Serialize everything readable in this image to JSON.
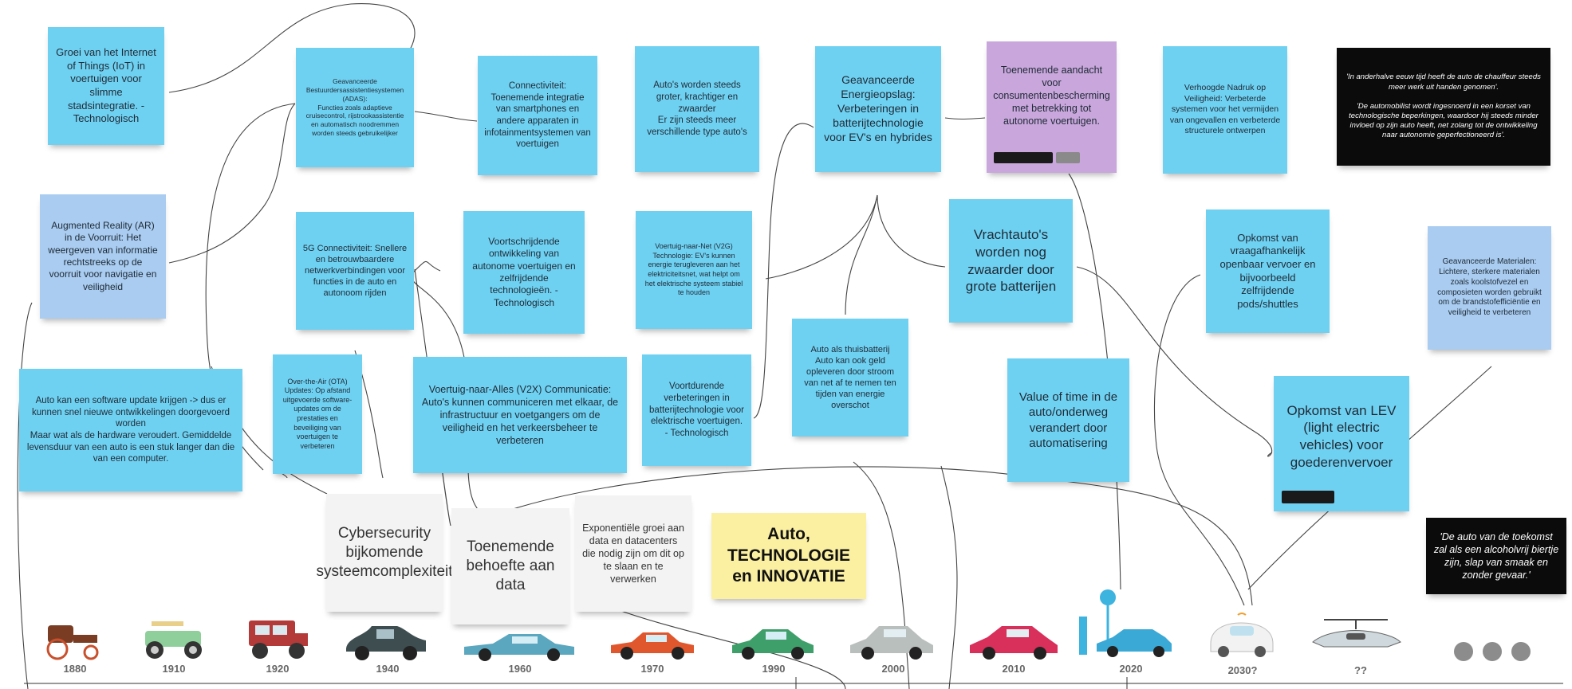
{
  "board": {
    "title": "Auto, TECHNOLOGIE en INNOVATIE",
    "notes": [
      {
        "text": "Groei van het Internet of Things (IoT) in voertuigen voor slimme stadsintegratie. - Technologisch"
      },
      {
        "text": "Geavanceerde Bestuurdersassistentiesystemen (ADAS):\nFuncties zoals adaptieve cruisecontrol, rijstrookassistentie en automatisch noodremmen worden steeds gebruikelijker"
      },
      {
        "text": "Connectiviteit: Toenemende integratie van smartphones en andere apparaten in infotainmentsystemen van voertuigen"
      },
      {
        "text": "Auto's worden steeds groter, krachtiger en zwaarder\nEr zijn steeds meer verschillende type auto's"
      },
      {
        "text": "Geavanceerde Energieopslag: Verbeteringen in batterijtechnologie voor EV's en hybrides"
      },
      {
        "text": "Toenemende aandacht voor consumentenbescherming met betrekking tot autonome voertuigen."
      },
      {
        "text": "Verhoogde Nadruk op Veiligheid: Verbeterde systemen voor het vermijden van ongevallen en verbeterde structurele ontwerpen"
      },
      {
        "text": "'In anderhalve eeuw tijd heeft de auto de chauffeur steeds meer werk uit handen genomen'.\n\n'De automobilist wordt ingesnoerd in een korset van technologische beperkingen, waardoor hij steeds minder invloed op zijn auto heeft, net zolang tot de ontwikkeling naar autonomie geperfectioneerd is'."
      },
      {
        "text": "Augmented Reality (AR) in de Voorruit: Het weergeven van informatie rechtstreeks op de voorruit voor navigatie en veiligheid"
      },
      {
        "text": "5G Connectiviteit: Snellere en betrouwbaardere netwerkverbindingen voor functies in de auto en autonoom rijden"
      },
      {
        "text": "Voortschrijdende ontwikkeling van autonome voertuigen en zelfrijdende technologieën. - Technologisch"
      },
      {
        "text": "Voertuig-naar-Net (V2G) Technologie: EV's kunnen energie terugleveren aan het elektriciteitsnet, wat helpt om het elektrische systeem stabiel te houden"
      },
      {
        "text": "Vrachtauto's worden nog zwaarder door grote batterijen"
      },
      {
        "text": "Opkomst van vraagafhankelijk openbaar vervoer en bijvoorbeeld zelfrijdende pods/shuttles"
      },
      {
        "text": "Geavanceerde Materialen: Lichtere, sterkere materialen zoals koolstofvezel en composieten worden gebruikt om de brandstofefficiëntie en veiligheid te verbeteren"
      },
      {
        "text": "Auto kan een software update krijgen -> dus er kunnen snel nieuwe ontwikkelingen doorgevoerd worden\nMaar wat als de hardware veroudert. Gemiddelde levensduur van een auto is een stuk langer dan die van een computer."
      },
      {
        "text": "Over-the-Air (OTA) Updates: Op afstand uitgevoerde software-updates om de prestaties en beveiliging van voertuigen te verbeteren"
      },
      {
        "text": "Voertuig-naar-Alles (V2X) Communicatie: Auto's kunnen communiceren met elkaar, de infrastructuur en voetgangers om de veiligheid en het verkeersbeheer te verbeteren"
      },
      {
        "text": "Voortdurende verbeteringen in batterijtechnologie voor elektrische voertuigen. - Technologisch"
      },
      {
        "text": "Auto als thuisbatterij\nAuto kan ook geld opleveren door stroom van net af te nemen ten tijden van energie overschot"
      },
      {
        "text": "Value of time in de auto/onderweg verandert door automatisering"
      },
      {
        "text": "Opkomst van LEV (light electric vehicles) voor goederenvervoer"
      },
      {
        "text": "Cybersecurity bijkomende systeemcomplexiteit"
      },
      {
        "text": "Toenemende behoefte aan data"
      },
      {
        "text": "Exponentiële groei aan data en datacenters die nodig zijn om dit op te slaan en te verwerken"
      },
      {
        "text": "'De auto van de toekomst zal als een alcoholvrij biertje zijn, slap van smaak en zonder gevaar.'"
      }
    ]
  },
  "timeline": {
    "years": [
      "1880",
      "1910",
      "1920",
      "1940",
      "1960",
      "1970",
      "1990",
      "2000",
      "2010",
      "2020",
      "2030?",
      "??"
    ]
  },
  "colors": {
    "blue_note": "#6fd1f1",
    "light_blue_note": "#a9ccf0",
    "purple_note": "#c9a7dc",
    "yellow_note": "#fbf0a1",
    "quote_note": "#0b0b0b"
  }
}
